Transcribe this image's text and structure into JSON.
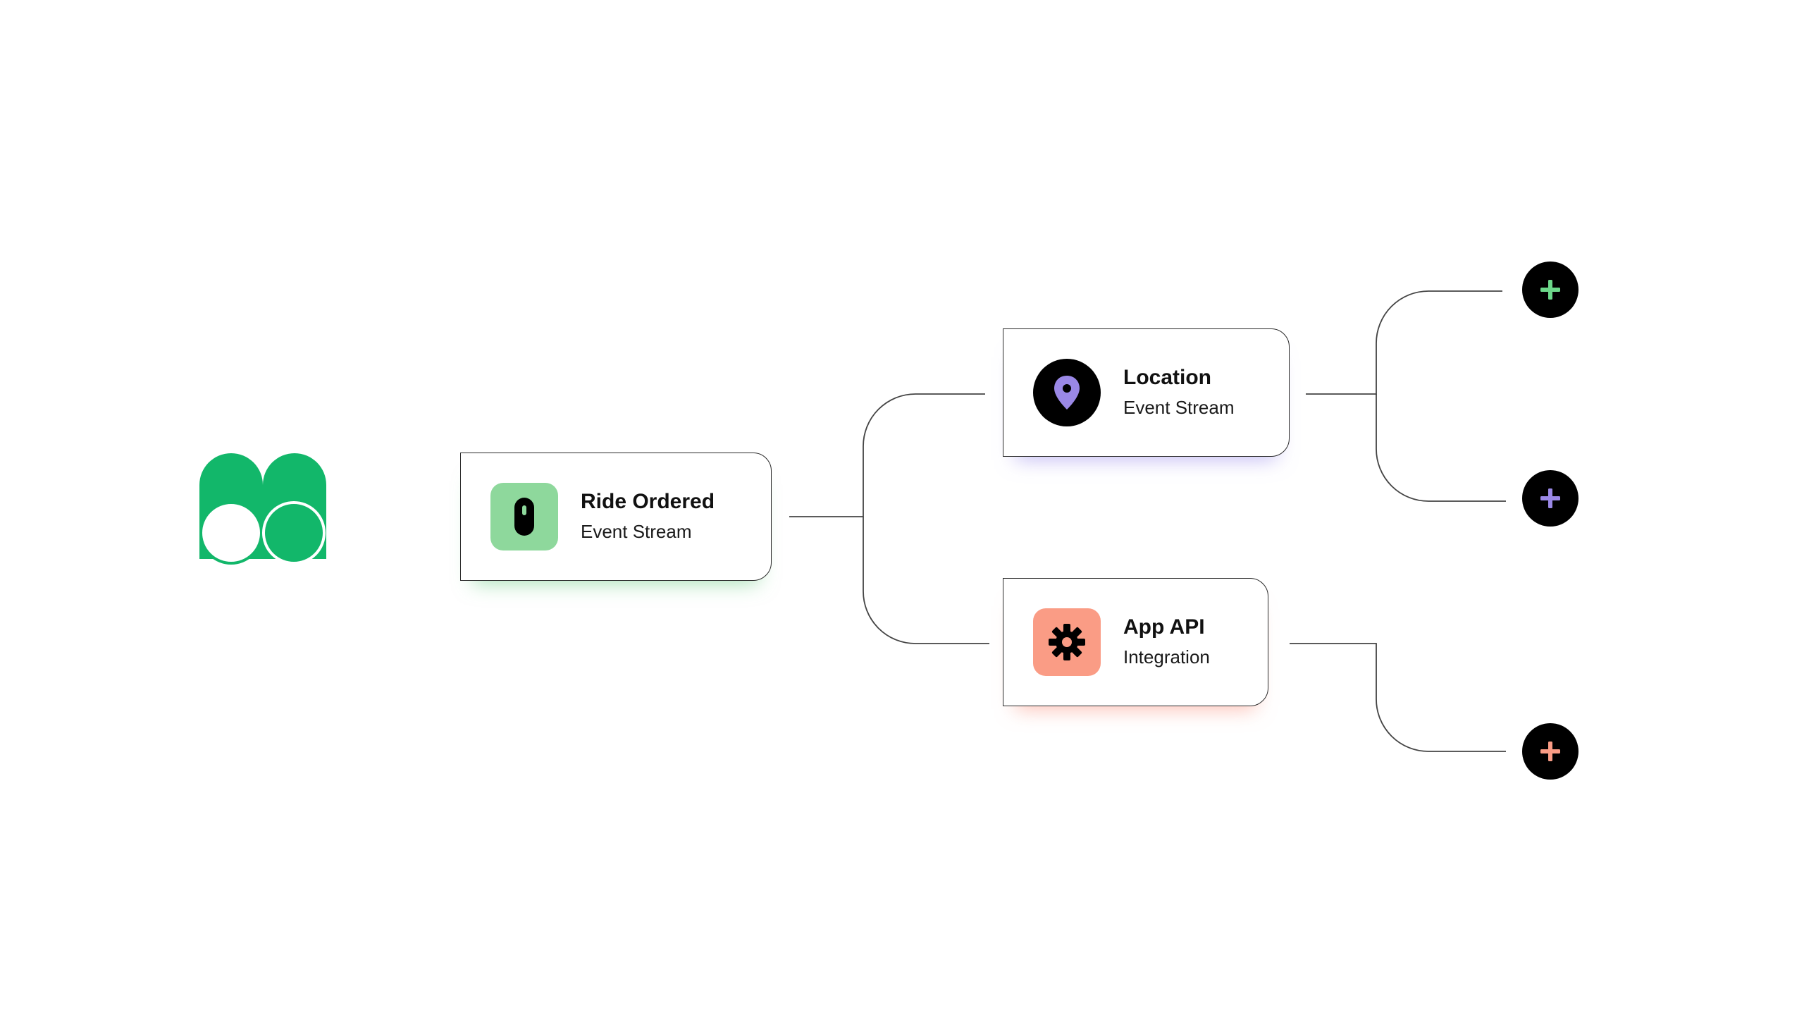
{
  "nodes": {
    "ride": {
      "title": "Ride Ordered",
      "subtitle": "Event Stream",
      "icon": "toggle-icon",
      "accent": "#8ed89c"
    },
    "location": {
      "title": "Location",
      "subtitle": "Event Stream",
      "icon": "map-pin-icon",
      "accent": "#9a88e6"
    },
    "api": {
      "title": "App API",
      "subtitle": "Integration",
      "icon": "gear-icon",
      "accent": "#fa9c85"
    }
  },
  "add_buttons": [
    {
      "icon": "plus-icon",
      "color": "#6cd88a"
    },
    {
      "icon": "plus-icon",
      "color": "#9a88e6"
    },
    {
      "icon": "plus-icon",
      "color": "#fa9c85"
    }
  ],
  "brand": {
    "logo": "brand-logo",
    "color": "#12b76a"
  }
}
